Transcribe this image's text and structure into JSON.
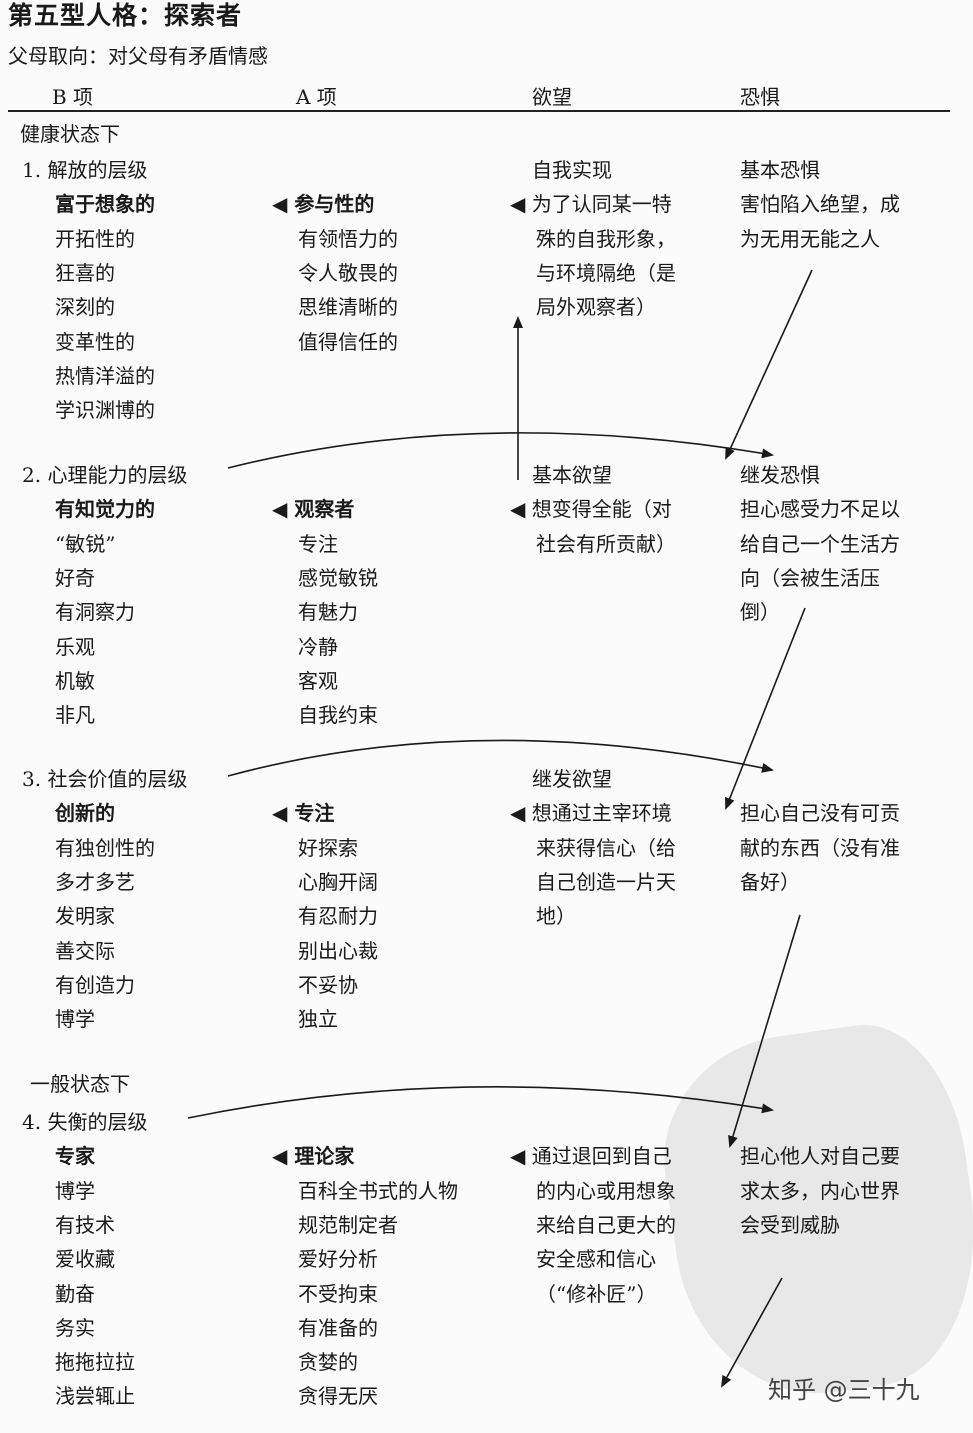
{
  "page": {
    "title": "第五型人格：探索者",
    "subtitle": "父母取向：对父母有矛盾情感"
  },
  "header": {
    "col_b": "B 项",
    "col_a": "A 项",
    "col_desire": "欲望",
    "col_fear": "恐惧"
  },
  "healthy_label": "健康状态下",
  "average_label": "一般状态下",
  "levels": [
    {
      "name": "1. 解放的层级",
      "b_items": [
        "富于想象的",
        "开拓性的",
        "狂喜的",
        "深刻的",
        "变革性的",
        "热情洋溢的",
        "学识渊博的"
      ],
      "a_items": [
        "◀ 参与性的",
        "有领悟力的",
        "令人敬畏的",
        "思维清晰的",
        "值得信任的"
      ],
      "desire_heading": "自我实现",
      "desire_lines": [
        "◀ 为了认同某一特",
        "殊的自我形象，",
        "与环境隔绝（是",
        "局外观察者）"
      ],
      "fear_heading": "基本恐惧",
      "fear_lines": [
        "害怕陷入绝望，成",
        "为无用无能之人"
      ]
    },
    {
      "name": "2. 心理能力的层级",
      "b_items": [
        "有知觉力的",
        "“敏锐”",
        "好奇",
        "有洞察力",
        "乐观",
        "机敏",
        "非凡"
      ],
      "a_items": [
        "◀ 观察者",
        "专注",
        "感觉敏锐",
        "有魅力",
        "冷静",
        "客观",
        "自我约束"
      ],
      "desire_heading": "基本欲望",
      "desire_lines": [
        "◀ 想变得全能（对",
        "社会有所贡献）"
      ],
      "fear_heading": "继发恐惧",
      "fear_lines": [
        "担心感受力不足以",
        "给自己一个生活方",
        "向（会被生活压",
        "倒）"
      ]
    },
    {
      "name": "3. 社会价值的层级",
      "b_items": [
        "创新的",
        "有独创性的",
        "多才多艺",
        "发明家",
        "善交际",
        "有创造力",
        "博学"
      ],
      "a_items": [
        "◀ 专注",
        "好探索",
        "心胸开阔",
        "有忍耐力",
        "别出心裁",
        "不妥协",
        "独立"
      ],
      "desire_heading": "继发欲望",
      "desire_lines": [
        "◀ 想通过主宰环境",
        "来获得信心（给",
        "自己创造一片天",
        "地）"
      ],
      "fear_heading": "",
      "fear_lines": [
        "担心自己没有可贡",
        "献的东西（没有准",
        "备好）"
      ]
    },
    {
      "name": "4. 失衡的层级",
      "b_items": [
        "专家",
        "博学",
        "有技术",
        "爱收藏",
        "勤奋",
        "务实",
        "拖拖拉拉",
        "浅尝辄止"
      ],
      "a_items": [
        "◀ 理论家",
        "百科全书式的人物",
        "规范制定者",
        "爱好分析",
        "不受拘束",
        "有准备的",
        "贪婪的",
        "贪得无厌"
      ],
      "desire_heading": "",
      "desire_lines": [
        "◀ 通过退回到自己",
        "的内心或用想象",
        "来给自己更大的",
        "安全感和信心",
        "（“修补匠”）"
      ],
      "fear_heading": "",
      "fear_lines": [
        "担心他人对自己要",
        "求太多，内心世界",
        "会受到威胁"
      ]
    }
  ],
  "credit": "知乎 @三十九"
}
